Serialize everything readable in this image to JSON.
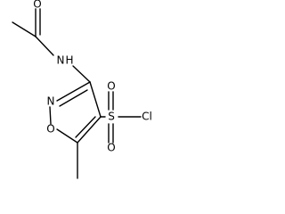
{
  "structure": {
    "atoms": {
      "carbonyl_o": "O",
      "amide_n": "N",
      "amide_h": "H",
      "ring_n": "N",
      "ring_o": "O",
      "sulfur": "S",
      "sulfonyl_o_top": "O",
      "sulfonyl_o_bottom": "O",
      "chlorine": "Cl"
    }
  }
}
